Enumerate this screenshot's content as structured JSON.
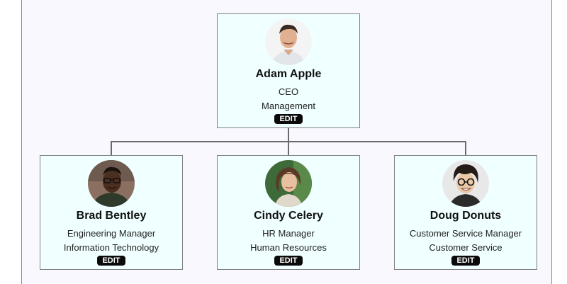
{
  "colors": {
    "canvas_bg": "#f8f8fe",
    "node_bg": "#f0ffff",
    "node_border": "#808080",
    "connector": "#6a6a6a",
    "edit_bg": "#0a0a0a",
    "edit_text": "#ffffff"
  },
  "nodes": [
    {
      "id": "adam",
      "name": "Adam Apple",
      "title": "CEO",
      "department": "Management",
      "edit_label": "EDIT",
      "avatar": "person-photo-icon"
    },
    {
      "id": "brad",
      "name": "Brad Bentley",
      "title": "Engineering Manager",
      "department": "Information Technology",
      "edit_label": "EDIT",
      "avatar": "person-photo-icon",
      "reports_to": "adam"
    },
    {
      "id": "cindy",
      "name": "Cindy Celery",
      "title": "HR Manager",
      "department": "Human Resources",
      "edit_label": "EDIT",
      "avatar": "person-photo-icon",
      "reports_to": "adam"
    },
    {
      "id": "doug",
      "name": "Doug Donuts",
      "title": "Customer Service Manager",
      "department": "Customer Service",
      "edit_label": "EDIT",
      "avatar": "person-photo-icon",
      "reports_to": "adam"
    }
  ]
}
